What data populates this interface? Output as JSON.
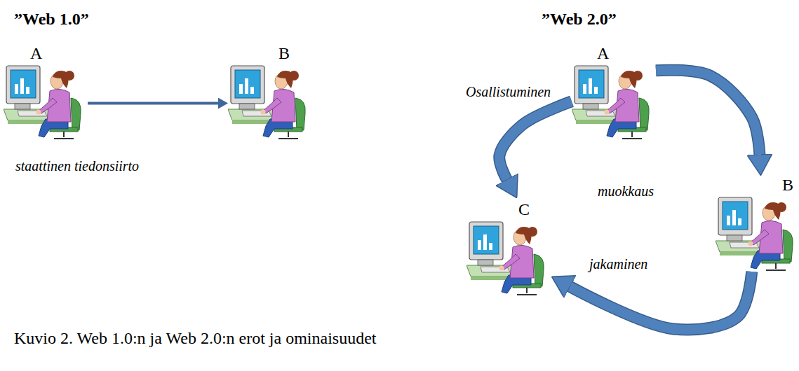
{
  "diagram": {
    "caption": "Kuvio 2. Web 1.0:n ja Web 2.0:n erot ja ominaisuudet",
    "nodes": [
      {
        "text": [
          "A"
        ]
      },
      {
        "text": [
          "B"
        ]
      },
      {
        "text": [
          "A"
        ]
      },
      {
        "text": [
          "B"
        ]
      },
      {
        "text": [
          "C"
        ]
      }
    ],
    "edges": [
      {
        "from": 0,
        "to": 1,
        "arrow": "to",
        "label": "staattinen tiedonsiirto"
      },
      {
        "from": 2,
        "to": 4,
        "arrow": "to",
        "label": "Osallistuminen"
      },
      {
        "from": 2,
        "to": 3,
        "arrow": "to",
        "label": "muokkaus"
      },
      {
        "from": 3,
        "to": 4,
        "arrow": "to",
        "label": "jakaminen"
      }
    ],
    "labels": [
      "”Web 1.0”",
      "”Web 2.0”"
    ]
  }
}
